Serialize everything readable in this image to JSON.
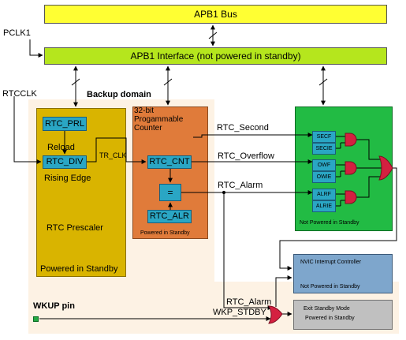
{
  "bus": {
    "title": "APB1 Bus"
  },
  "interface": {
    "title": "APB1 Interface (not powered in standby)"
  },
  "inputs": {
    "pclk": "PCLK1",
    "rtcclk": "RTCCLK",
    "wkup": "WKUP pin"
  },
  "backup_domain": {
    "title": "Backup domain"
  },
  "prescaler": {
    "prl": "RTC_PRL",
    "reload": "Reload",
    "div": "RTC_DIV",
    "edge": "Rising Edge",
    "title": "RTC Prescaler",
    "power": "Powered in Standby"
  },
  "tr_clk": "TR_CLK",
  "counter": {
    "title_line1": "32-bit",
    "title_line2": "Progammable",
    "title_line3": "Counter",
    "cnt": "RTC_CNT",
    "compare": "=",
    "alr": "RTC_ALR",
    "power": "Powered in Standby"
  },
  "signals": {
    "second": "RTC_Second",
    "overflow": "RTC_Overflow",
    "alarm": "RTC_Alarm",
    "alarm2": "RTC_Alarm",
    "wkp": "WKP_STDBY"
  },
  "flags": {
    "secf": "SECF",
    "secie": "SECIE",
    "owf": "OWF",
    "owie": "OWIE",
    "alrf": "ALRF",
    "alrie": "ALRIE",
    "power": "Not Powered in Standby"
  },
  "nvic": {
    "title": "NVIC Interrupt Controller",
    "power": "Not Powered in Standby"
  },
  "standby": {
    "title": "Exit Standby Mode",
    "power": "Powered in Standby"
  },
  "colors": {
    "bus_fill": "#ffff33",
    "interface_fill": "#b5e61d",
    "backup_fill": "#fdf2e4",
    "prescaler_fill": "#d9b400",
    "counter_fill": "#e07b3a",
    "flags_fill": "#22bb44",
    "register_fill": "#2aa6c4",
    "gate_fill": "#d42040",
    "nvic_fill": "#7ea6cc",
    "standby_fill": "#c0c0c0",
    "wkup_fill": "#22aa44"
  }
}
